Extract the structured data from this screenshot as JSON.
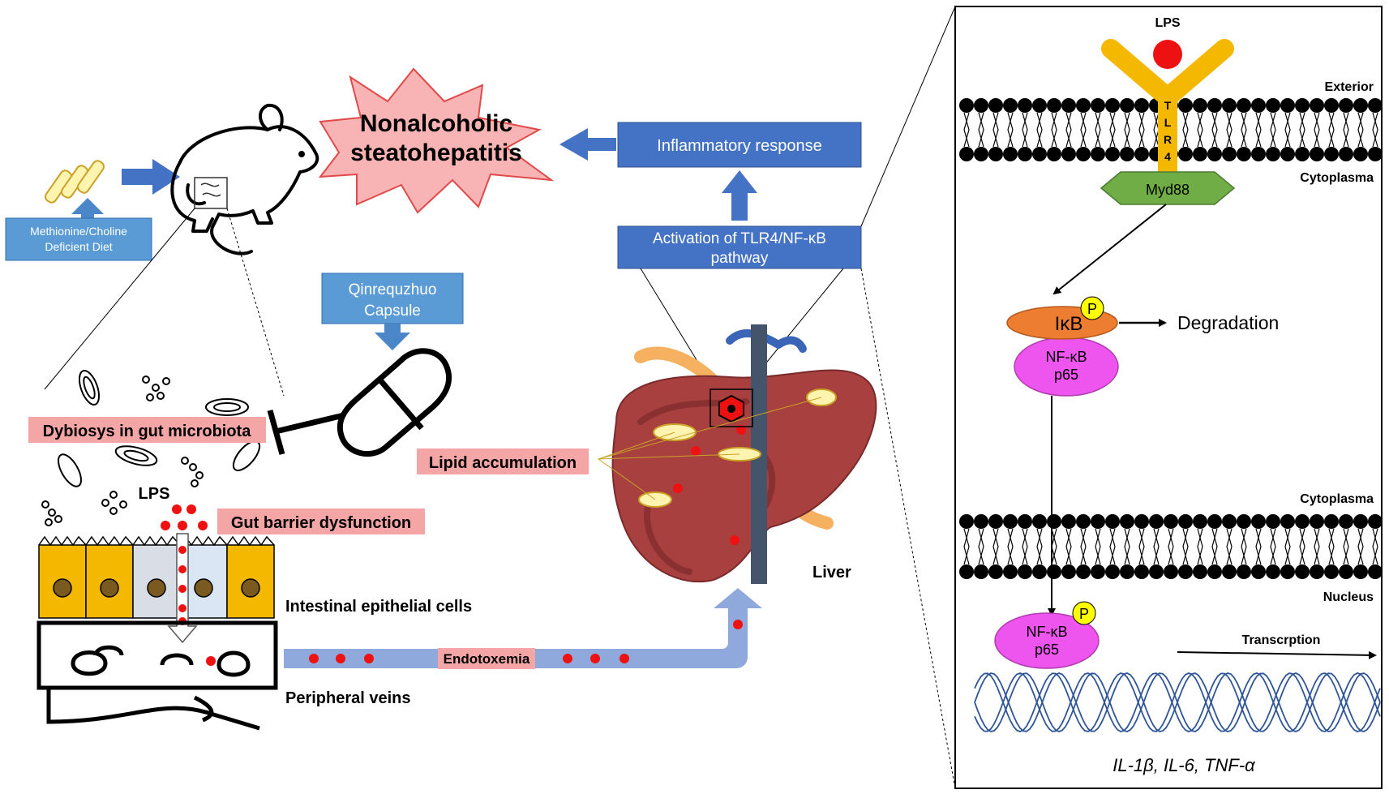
{
  "title": "Nonalcoholic steatohepatitis",
  "title_lines": [
    "Nonalcoholic",
    "steatohepatitis"
  ],
  "diet_label_lines": [
    "Methionine/Choline",
    "Deficient Diet"
  ],
  "inflammatory_response": "Inflammatory response",
  "activation_lines": [
    "Activation of TLR4/NF-κB",
    "pathway"
  ],
  "capsule_lines": [
    "Qinrequzhuo",
    "Capsule"
  ],
  "dysbiosis": "Dybiosys in gut microbiota",
  "lipid": "Lipid accumulation",
  "lps_left": "LPS",
  "gut_barrier": "Gut barrier dysfunction",
  "epithelial": "Intestinal epithelial cells",
  "peripheral": "Peripheral veins",
  "endotoxemia": "Endotoxemia",
  "liver": "Liver",
  "panel": {
    "lps": "LPS",
    "exterior": "Exterior",
    "cytoplasma_top": "Cytoplasma",
    "tlr4_letters": [
      "T",
      "L",
      "R",
      "4"
    ],
    "myd88": "Myd88",
    "ikb": "IκB",
    "p": "P",
    "degradation": "Degradation",
    "nfkb_lines": [
      "NF-κB",
      "p65"
    ],
    "cytoplasma_mid": "Cytoplasma",
    "nucleus": "Nucleus",
    "transcription": "Transcrption",
    "cytokines": "IL-1β, IL-6, TNF-α"
  },
  "colors": {
    "blue_box": "#4472c4",
    "light_blue_box": "#5b9bd5",
    "pink_label": "#f4a6a6",
    "burst": "#f8b4b4",
    "burst_stroke": "#e04a4a",
    "red_dot": "#ee1111",
    "tlr4": "#f5b800",
    "myd88": "#70ad47",
    "ikb": "#ed7d31",
    "nfkb": "#ee55ee",
    "p_circle": "#ffff00",
    "liver": "#a84040",
    "dna": "#2f5597"
  }
}
